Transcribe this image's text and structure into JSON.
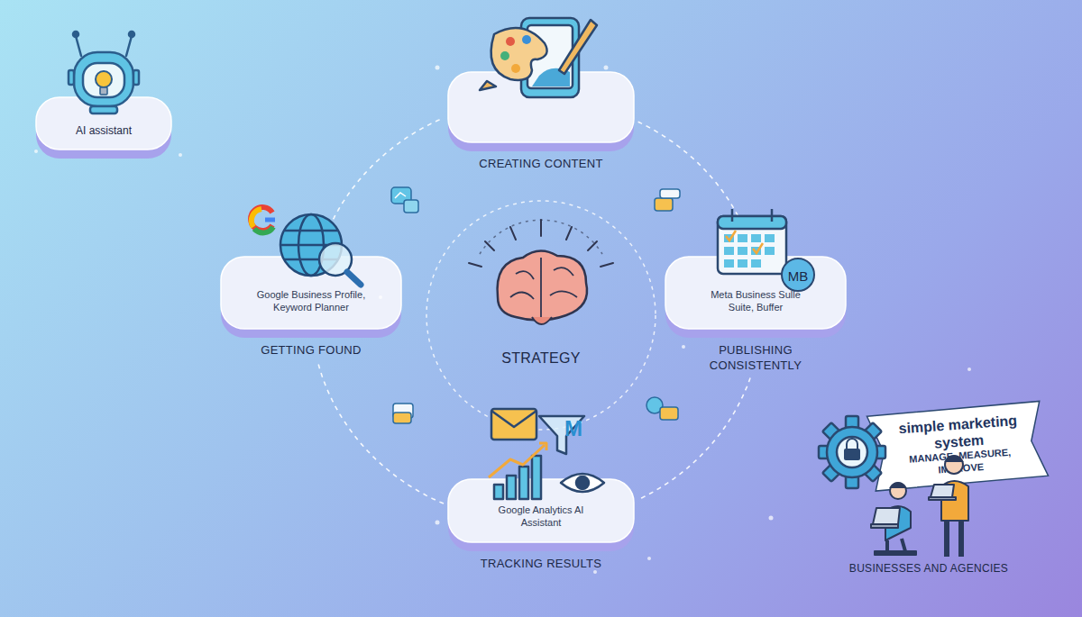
{
  "diagram": {
    "nodes": [
      {
        "text": [
          "AI assistant"
        ]
      },
      {
        "text": [
          "CREATING CONTENT"
        ]
      },
      {
        "text": [
          "Google Business Profile, Keyword Planner",
          "GETTING FOUND"
        ]
      },
      {
        "text": [
          "STRATEGY"
        ]
      },
      {
        "text": [
          "Meta Business Sulle Suite, Buffer",
          "PUBLISHING CONSISTENTLY"
        ]
      },
      {
        "text": [
          "Google Analytics AI Assistant",
          "TRACKING RESULTS"
        ]
      },
      {
        "text": [
          "simple marketing system",
          "MANAGE, MEASURE, IMPROVE"
        ]
      }
    ],
    "edges": [
      {
        "from": 1,
        "to": 4,
        "arrow": "none"
      },
      {
        "from": 4,
        "to": 5,
        "arrow": "none"
      },
      {
        "from": 5,
        "to": 2,
        "arrow": "none"
      },
      {
        "from": 2,
        "to": 1,
        "arrow": "none"
      }
    ],
    "labels": [
      "MB",
      "M",
      "BUSINESSES AND AGENCIES"
    ]
  }
}
